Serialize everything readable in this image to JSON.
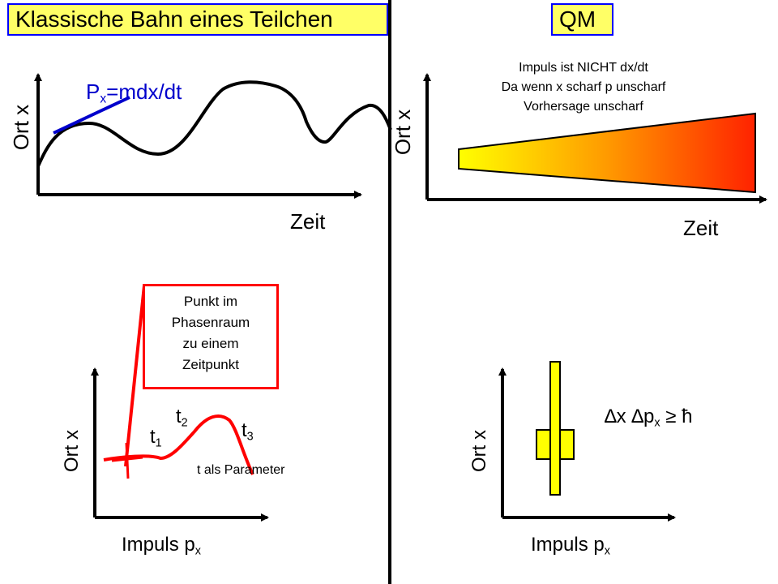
{
  "left": {
    "title": "Klassische Bahn eines Teilchen",
    "top_plot": {
      "ylabel": "Ort x",
      "xlabel": "Zeit",
      "tangent_label_p": "P",
      "tangent_label_sub": "x",
      "tangent_label_rest": "=mdx/dt"
    },
    "bottom_plot": {
      "ylabel": "Ort x",
      "xlabel": "Impuls p",
      "xlabel_sub": "x",
      "box_lines": [
        "Punkt im",
        "Phasenraum",
        "zu einem",
        "Zeitpunkt"
      ],
      "t1": "t",
      "t1_sub": "1",
      "t2": "t",
      "t2_sub": "2",
      "t3": "t",
      "t3_sub": "3",
      "param_note": "t als Parameter"
    }
  },
  "right": {
    "title": "QM",
    "top_plot": {
      "ylabel": "Ort x",
      "xlabel": "Zeit",
      "note_lines": [
        "Impuls ist NICHT dx/dt",
        "Da wenn x scharf p unscharf",
        "Vorhersage unscharf"
      ]
    },
    "bottom_plot": {
      "ylabel": "Ort x",
      "xlabel": "Impuls p",
      "xlabel_sub": "x",
      "relation": "∆x ∆p",
      "relation_sub": "x",
      "relation_rest": " ≥ ħ"
    }
  },
  "colors": {
    "title_bg": "#ffff66",
    "title_border": "#0000ff",
    "tangent": "#0000cc",
    "phase_curve": "#ff0000",
    "box_fill": "#ffff00",
    "wedge_start": "#ffff00",
    "wedge_end": "#ff2a00"
  }
}
